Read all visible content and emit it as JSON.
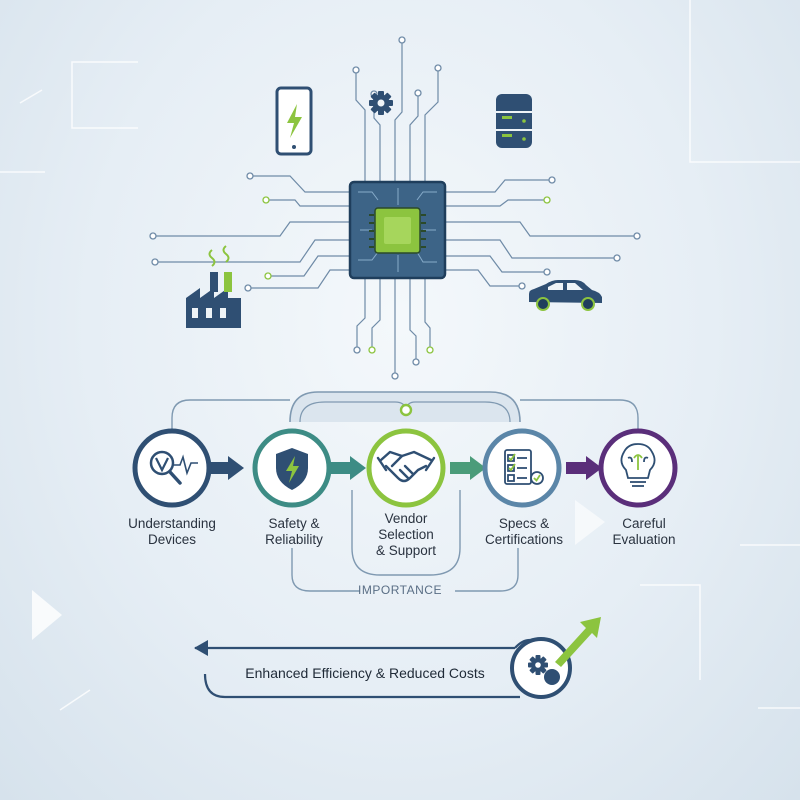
{
  "steps": [
    {
      "label_1": "Understanding",
      "label_2": "Devices",
      "icon": "magnifier-signal-icon"
    },
    {
      "label_1": "Safety &",
      "label_2": "Reliability",
      "icon": "shield-bolt-icon"
    },
    {
      "label_1": "Vendor",
      "label_2": "Selection",
      "label_3": "& Support",
      "icon": "handshake-icon"
    },
    {
      "label_1": "Specs &",
      "label_2": "Certifications",
      "icon": "checklist-icon"
    },
    {
      "label_1": "Careful",
      "label_2": "Evaluation",
      "icon": "brain-bulb-icon"
    }
  ],
  "importance_label": "IMPORTANCE",
  "banner_text": "Enhanced Efficiency & Reduced Costs",
  "colors": {
    "navy": "#2f4f73",
    "teal": "#3d8c85",
    "green": "#8cc43f",
    "steel": "#5b86a8",
    "purple": "#5a2e7a",
    "line": "#7f99b1"
  },
  "devices": [
    "smartphone-icon",
    "gear-icon",
    "server-icon",
    "factory-icon",
    "car-icon",
    "microchip-icon"
  ]
}
